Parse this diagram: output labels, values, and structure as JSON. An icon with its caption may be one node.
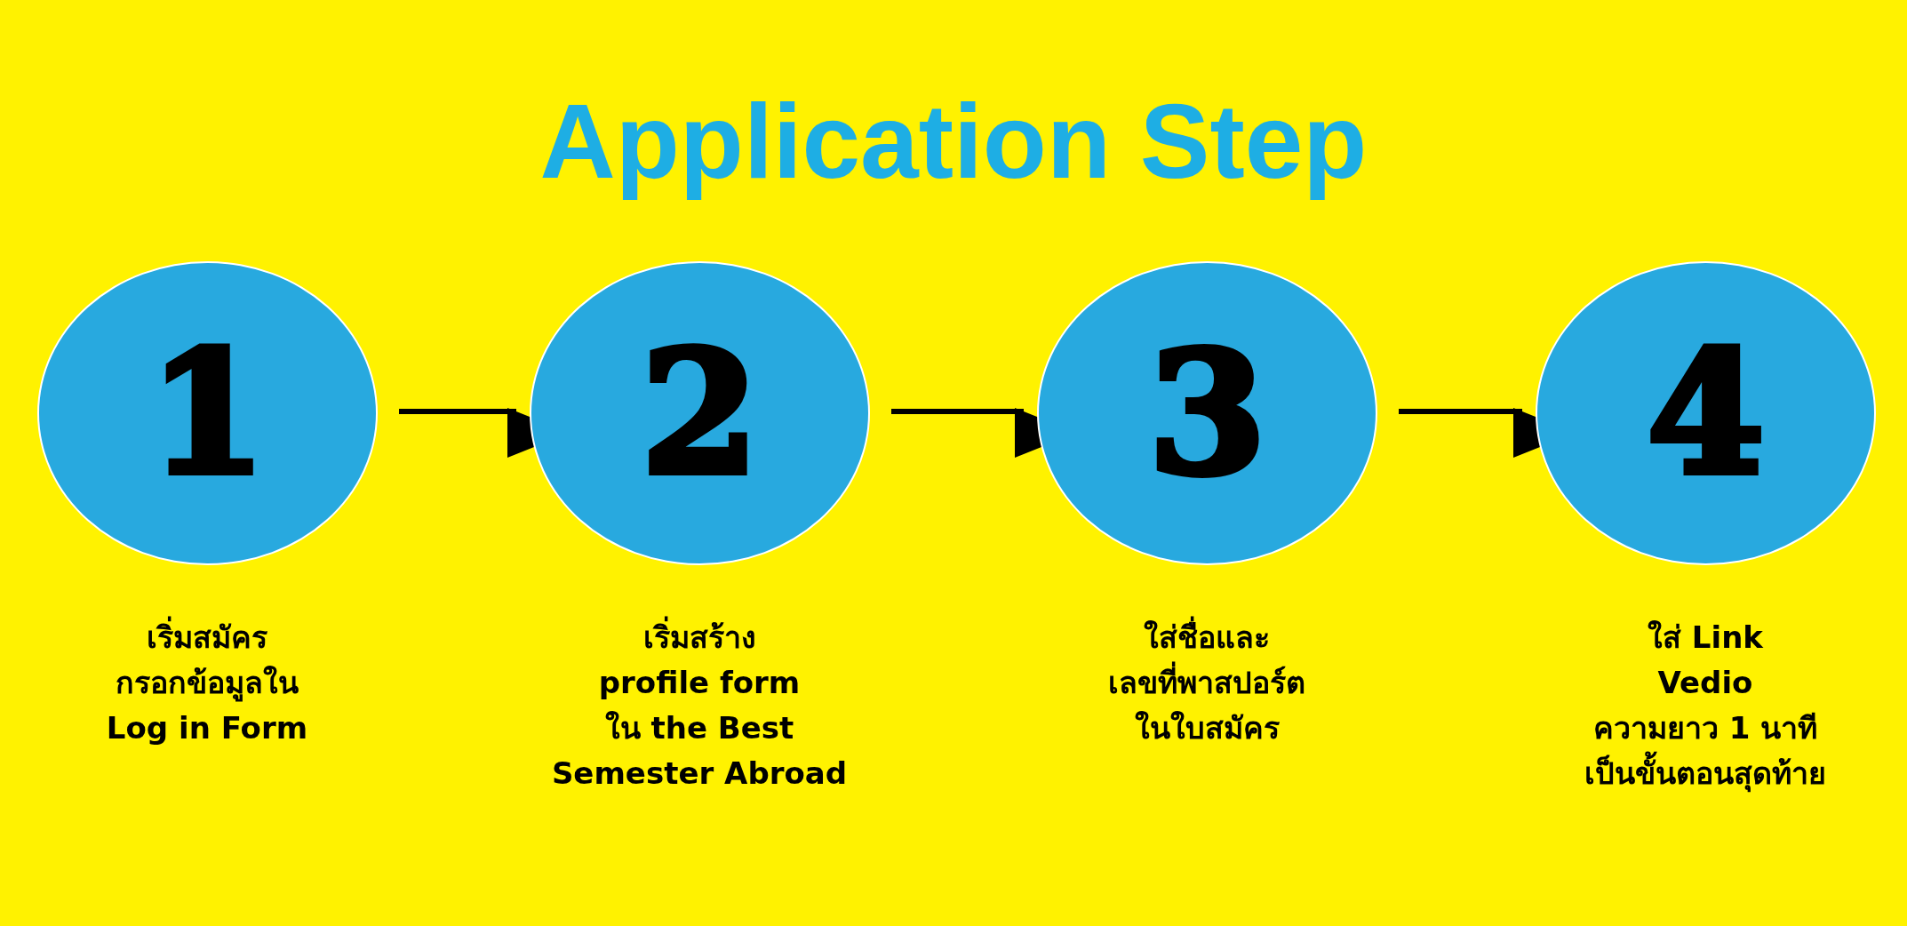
{
  "diagram": {
    "title": "Application Step",
    "nodes": [
      {
        "text": [
          "1"
        ],
        "beside": [
          "เริ่มสมัคร",
          "กรอกข้อมูลใน",
          "Log in Form"
        ]
      },
      {
        "text": [
          "2"
        ],
        "beside": [
          "เริ่มสร้าง",
          "profile form",
          "ใน the Best",
          "Semester Abroad"
        ]
      },
      {
        "text": [
          "3"
        ],
        "beside": [
          "ใส่ชื่อและ",
          "เลขที่พาสปอร์ต",
          "ในใบสมัคร"
        ]
      },
      {
        "text": [
          "4"
        ],
        "beside": [
          "ใส่ Link",
          "Vedio",
          "ความยาว 1 นาที",
          "เป็นขั้นตอนสุดท้าย"
        ]
      }
    ],
    "edges": [
      {
        "from": 0,
        "to": 1,
        "arrow": "to"
      },
      {
        "from": 1,
        "to": 2,
        "arrow": "to"
      },
      {
        "from": 2,
        "to": 3,
        "arrow": "to"
      }
    ]
  }
}
